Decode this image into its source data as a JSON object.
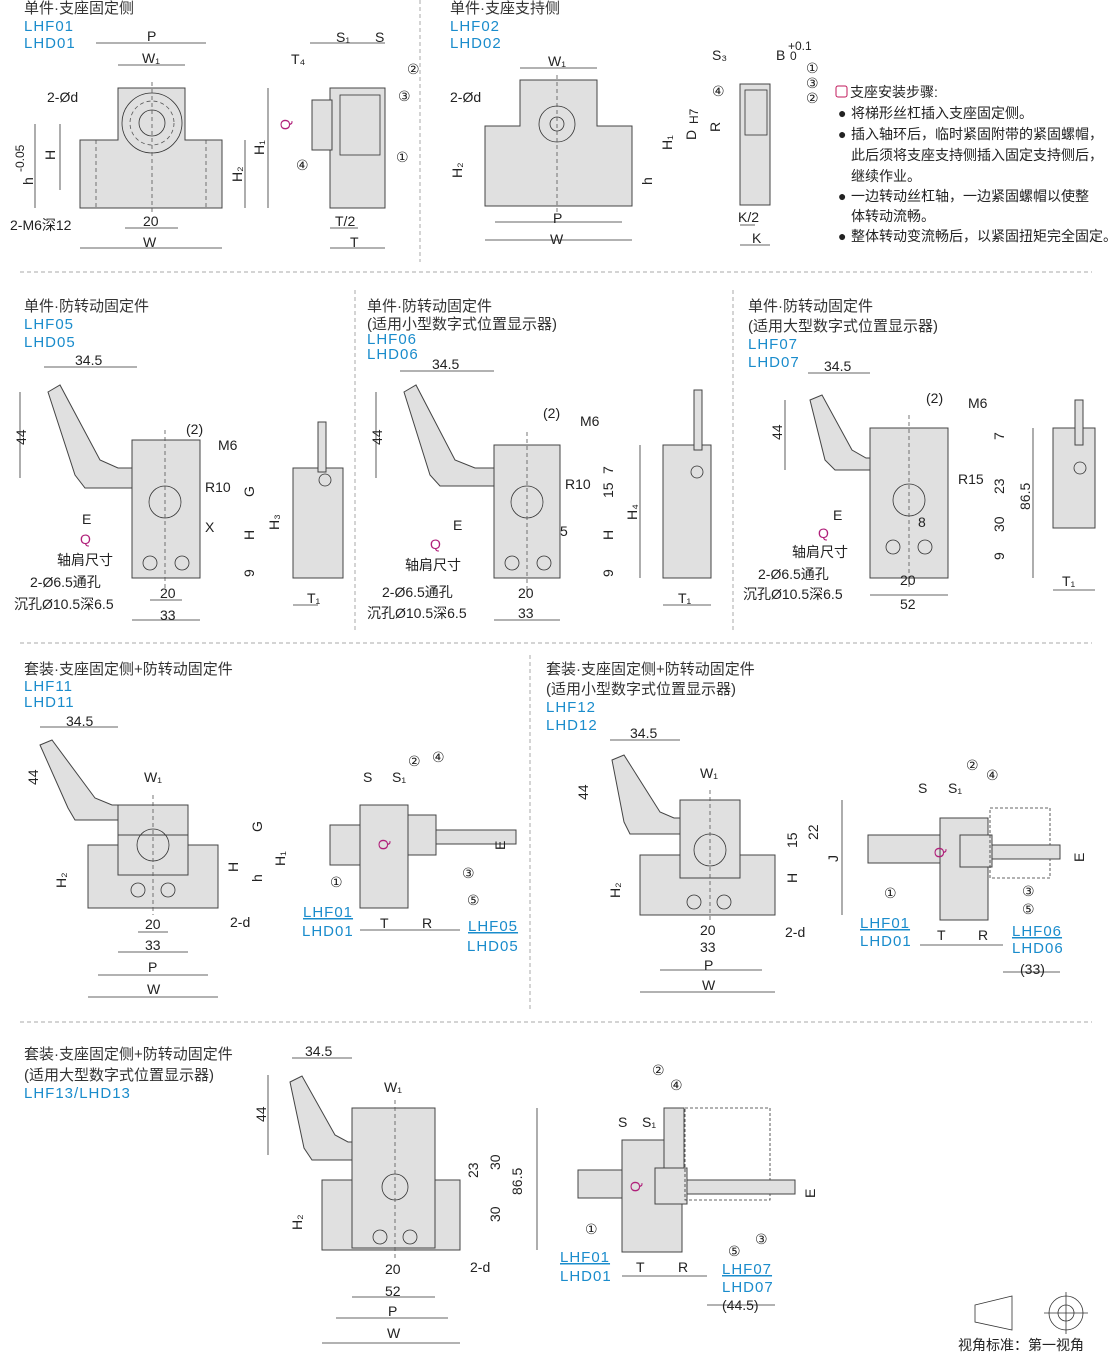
{
  "sections": [
    {
      "title": "单件·支座固定侧",
      "codes": [
        "LHF01",
        "LHD01"
      ]
    },
    {
      "title": "单件·支座支持侧",
      "codes": [
        "LHF02",
        "LHD02"
      ]
    },
    {
      "title": "单件·防转动固定件",
      "codes": [
        "LHF05",
        "LHD05"
      ]
    },
    {
      "title": "单件·防转动固定件",
      "subtitle": "(适用小型数字式位置显示器)",
      "codes": [
        "LHF06",
        "LHD06"
      ]
    },
    {
      "title": "单件·防转动固定件",
      "subtitle": "(适用大型数字式位置显示器)",
      "codes": [
        "LHF07",
        "LHD07"
      ]
    },
    {
      "title": "套装·支座固定侧+防转动固定件",
      "codes": [
        "LHF11",
        "LHD11"
      ]
    },
    {
      "title": "套装·支座固定侧+防转动固定件",
      "subtitle": "(适用小型数字式位置显示器)",
      "codes": [
        "LHF12",
        "LHD12"
      ]
    },
    {
      "title": "套装·支座固定侧+防转动固定件",
      "subtitle": "(适用大型数字式位置显示器)",
      "codes": [
        "LHF13/LHD13"
      ]
    }
  ],
  "notes": {
    "heading": "支座安装步骤:",
    "items": [
      "将梯形丝杠插入支座固定侧。",
      "插入轴环后，临时紧固附带的紧固螺帽，",
      "此后须将支座支持侧插入固定支持侧后，",
      "继续作业。",
      "一边转动丝杠轴，一边紧固螺帽以使整",
      "体转动流畅。",
      "整体转动变流畅后，以紧固扭矩完全固定。"
    ]
  },
  "dims": {
    "P": "P",
    "W": "W",
    "W1": "W₁",
    "d2": "2-Ød",
    "H": "H",
    "h": "h",
    "h_tol": "0",
    "h_tol2": "-0.05",
    "H1": "H₁",
    "H2": "H₂",
    "H3": "H₃",
    "H4": "H₄",
    "M6": "2-M6深12",
    "v20": "20",
    "v33": "33",
    "v52": "52",
    "T": "T",
    "T2": "T/2",
    "T4": "T₄",
    "T1": "T₁",
    "S": "S",
    "S1": "S₁",
    "S3": "S₃",
    "Q": "Q",
    "B": "B",
    "B_tol": "+0.1",
    "B_tol2": "0",
    "D": "D",
    "H7": "H7",
    "R": "R",
    "K": "K",
    "K2": "K/2",
    "c1": "①",
    "c2": "②",
    "c3": "③",
    "c4": "④",
    "c5": "⑤",
    "v345": "34.5",
    "v44": "44",
    "v2": "(2)",
    "m6": "M6",
    "R10": "R10",
    "R15": "R15",
    "G": "G",
    "X": "X",
    "E": "E",
    "J": "J",
    "shoulder": "轴肩尺寸",
    "hole": "2-Ø6.5通孔",
    "cbore": "沉孔Ø10.5深6.5",
    "v9": "9",
    "v7": "7",
    "v15": "15",
    "v5": "5",
    "v23": "23",
    "v30": "30",
    "v8": "8",
    "v865": "86.5",
    "v22": "22",
    "d": "2-d",
    "v33p": "(33)",
    "v445": "(44.5)"
  },
  "labels": {
    "LHF01": "LHF01",
    "LHD01": "LHD01",
    "LHF05": "LHF05",
    "LHD05": "LHD05",
    "LHF06": "LHF06",
    "LHD06": "LHD06",
    "LHF07": "LHF07",
    "LHD07": "LHD07"
  },
  "view": {
    "label": "视角标准：第一视角"
  },
  "colors": {
    "code": "#1a8ccc",
    "part": "#e0e0e0",
    "q": "#b0207a"
  }
}
